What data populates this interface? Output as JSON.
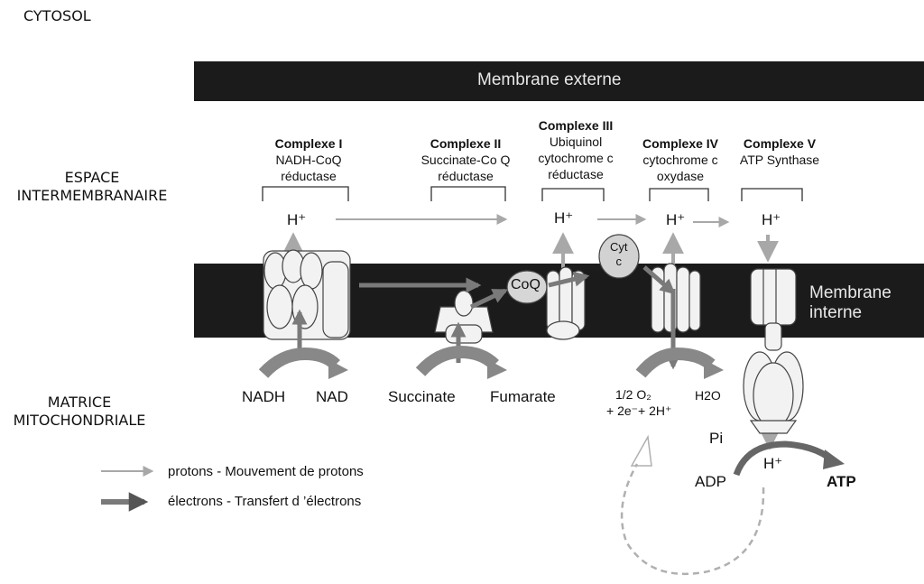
{
  "regions": {
    "cytosol": "CYTOSOL",
    "intermembrane_1": "ESPACE",
    "intermembrane_2": "INTERMEMBRANAIRE",
    "matrix_1": "MATRICE",
    "matrix_2": "MITOCHONDRIALE"
  },
  "membranes": {
    "outer": "Membrane externe",
    "inner_1": "Membrane",
    "inner_2": "interne"
  },
  "complexes": [
    {
      "title": "Complexe I",
      "line1": "NADH-CoQ",
      "line2": "réductase",
      "line3": ""
    },
    {
      "title": "Complexe II",
      "line1": "Succinate-Co Q",
      "line2": "réductase",
      "line3": ""
    },
    {
      "title": "Complexe III",
      "line1": "Ubiquinol",
      "line2": "cytochrome c",
      "line3": "réductase"
    },
    {
      "title": "Complexe IV",
      "line1": "cytochrome c",
      "line2": "oxydase",
      "line3": ""
    },
    {
      "title": "Complexe V",
      "line1": "ATP Synthase",
      "line2": "",
      "line3": ""
    }
  ],
  "proton": "H⁺",
  "carriers": {
    "coq": "CoQ",
    "cytc_1": "Cyt",
    "cytc_2": "c"
  },
  "substrates": {
    "nadh": "NADH",
    "nad": "NAD",
    "succinate": "Succinate",
    "fumarate": "Fumarate",
    "oxygen_1": "1/2 O₂",
    "oxygen_2": "+ 2e⁻+ 2H⁺",
    "water": "H2O",
    "pi": "Pi",
    "adp": "ADP",
    "atp": "ATP"
  },
  "legend": {
    "protons": "protons - Mouvement de protons",
    "electrons": "électrons - Transfert d ’électrons"
  },
  "colors": {
    "membrane": "#1b1b1b",
    "proton_arrow": "#9a9a9a",
    "electron_arrow": "#7d7d7d",
    "protein": "#f2f2f2"
  }
}
